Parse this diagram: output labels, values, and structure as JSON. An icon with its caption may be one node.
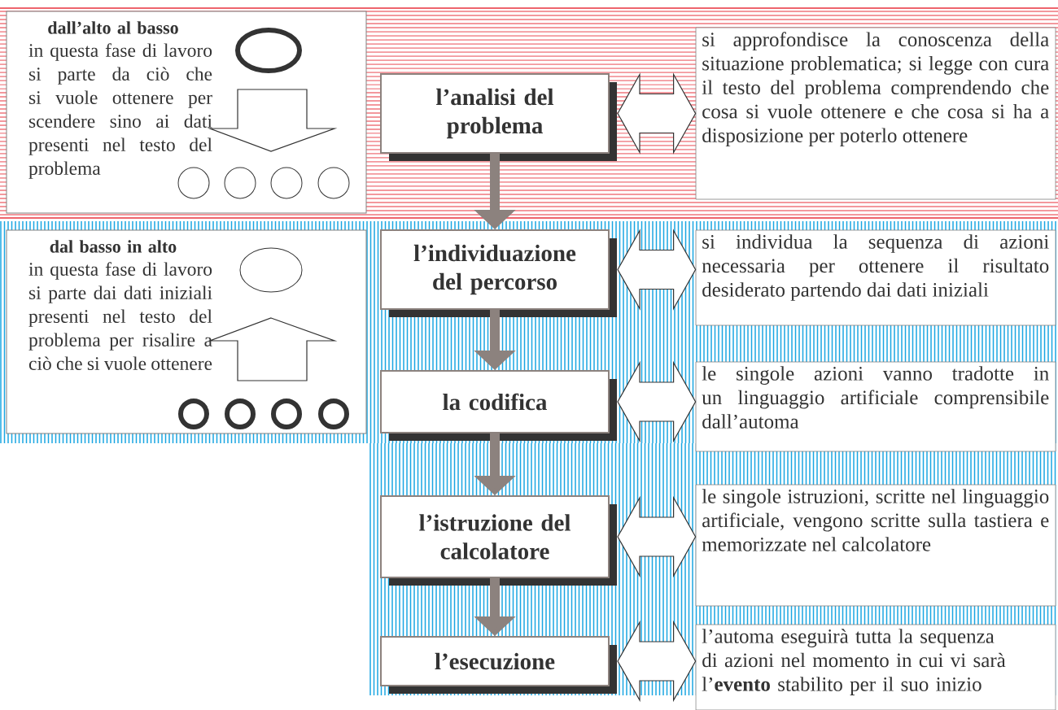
{
  "diagram": {
    "nodes": [
      {
        "text": [
          "dall’alto al basso",
          "in questa fase di lavoro si parte da ciò che si vuole ottenere per scendere sino ai dati presenti nel testo del problema"
        ]
      },
      {
        "text": [
          "dal basso in alto",
          "in questa fase di lavoro si parte dai dati iniziali presenti nel testo del problema per risalire a ciò che si vuole ottenere"
        ]
      },
      {
        "text": [
          "l’analisi del problema"
        ]
      },
      {
        "text": [
          "l’individuazione del percorso"
        ]
      },
      {
        "text": [
          "la codifica"
        ]
      },
      {
        "text": [
          "l’istruzione del calcolatore"
        ]
      },
      {
        "text": [
          "l’esecuzione"
        ]
      },
      {
        "text": [
          "si approfondisce la conoscenza della situazione problematica; si legge con cura il testo del problema comprendendo che cosa si vuole ottenere e che cosa si ha a disposizione per poterlo ottenere"
        ]
      },
      {
        "text": [
          "si individua la sequenza di azioni necessaria per ottenere il risultato desiderato partendo dai dati iniziali"
        ]
      },
      {
        "text": [
          "le singole azioni vanno tradotte in un linguaggio artificiale comprensibile dall’automa"
        ]
      },
      {
        "text": [
          "le singole istruzioni, scritte nel linguaggio artificiale, vengono scritte sulla tastiera e memorizzate nel calcolatore"
        ]
      },
      {
        "text": [
          "l’automa eseguirà tutta la sequenza di azioni nel momento in cui vi sarà l’**evento** stabilito per il suo inizio"
        ]
      }
    ],
    "edges": [
      {
        "from": 2,
        "to": 3,
        "arrow": "to",
        "color": "#8c827e"
      },
      {
        "from": 3,
        "to": 4,
        "arrow": "to",
        "color": "#8c827e"
      },
      {
        "from": 4,
        "to": 5,
        "arrow": "to",
        "color": "#8c827e"
      },
      {
        "from": 5,
        "to": 6,
        "arrow": "to",
        "color": "#8c827e"
      },
      {
        "from": 2,
        "to": 7,
        "arrow": "both"
      },
      {
        "from": 3,
        "to": 8,
        "arrow": "both"
      },
      {
        "from": 4,
        "to": 9,
        "arrow": "both"
      },
      {
        "from": 5,
        "to": 10,
        "arrow": "both"
      },
      {
        "from": 6,
        "to": 11,
        "arrow": "both"
      }
    ]
  }
}
